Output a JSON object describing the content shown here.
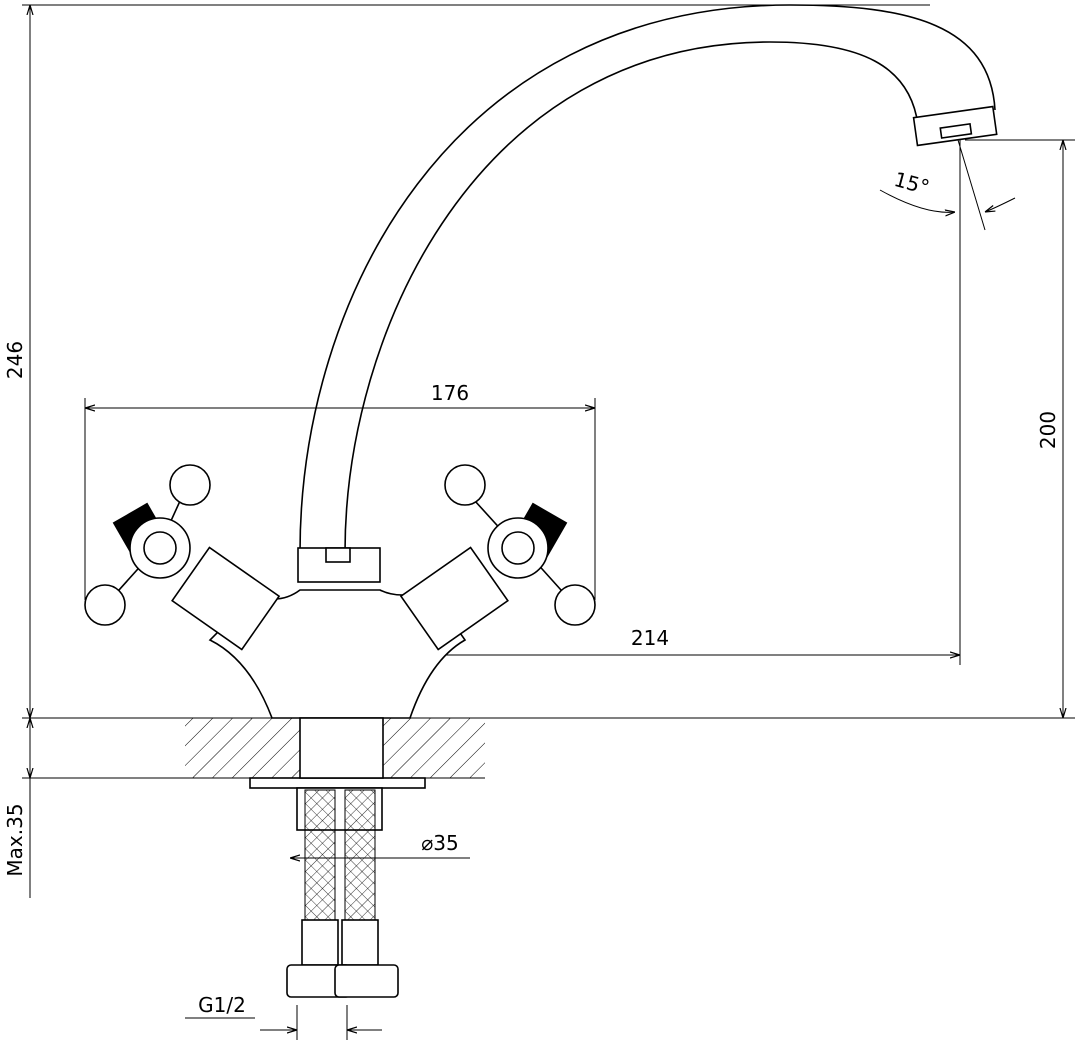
{
  "drawing": {
    "title": "Two-handle kitchen faucet dimension drawing",
    "dimensions": {
      "overall_height": "246",
      "handle_span": "176",
      "spout_angle": "15°",
      "spout_height": "200",
      "spout_reach": "214",
      "max_counter_thickness": "Max.35",
      "hole_diameter": "⌀35",
      "connection_thread": "G1/2"
    },
    "units": "mm",
    "colors": {
      "line": "#000000",
      "background": "#ffffff"
    }
  }
}
